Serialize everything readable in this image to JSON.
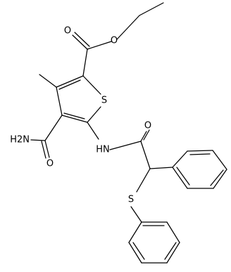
{
  "structure": {
    "atom_labels": {
      "ester_carbonyl_o": "O",
      "ester_ether_o": "O",
      "ring_sulfur": "S",
      "amide_nh2": "H2N",
      "amide_carbonyl_o": "O",
      "anilide_nh": "HN",
      "anilide_carbonyl_o": "O",
      "thioether_sulfur": "S"
    }
  }
}
